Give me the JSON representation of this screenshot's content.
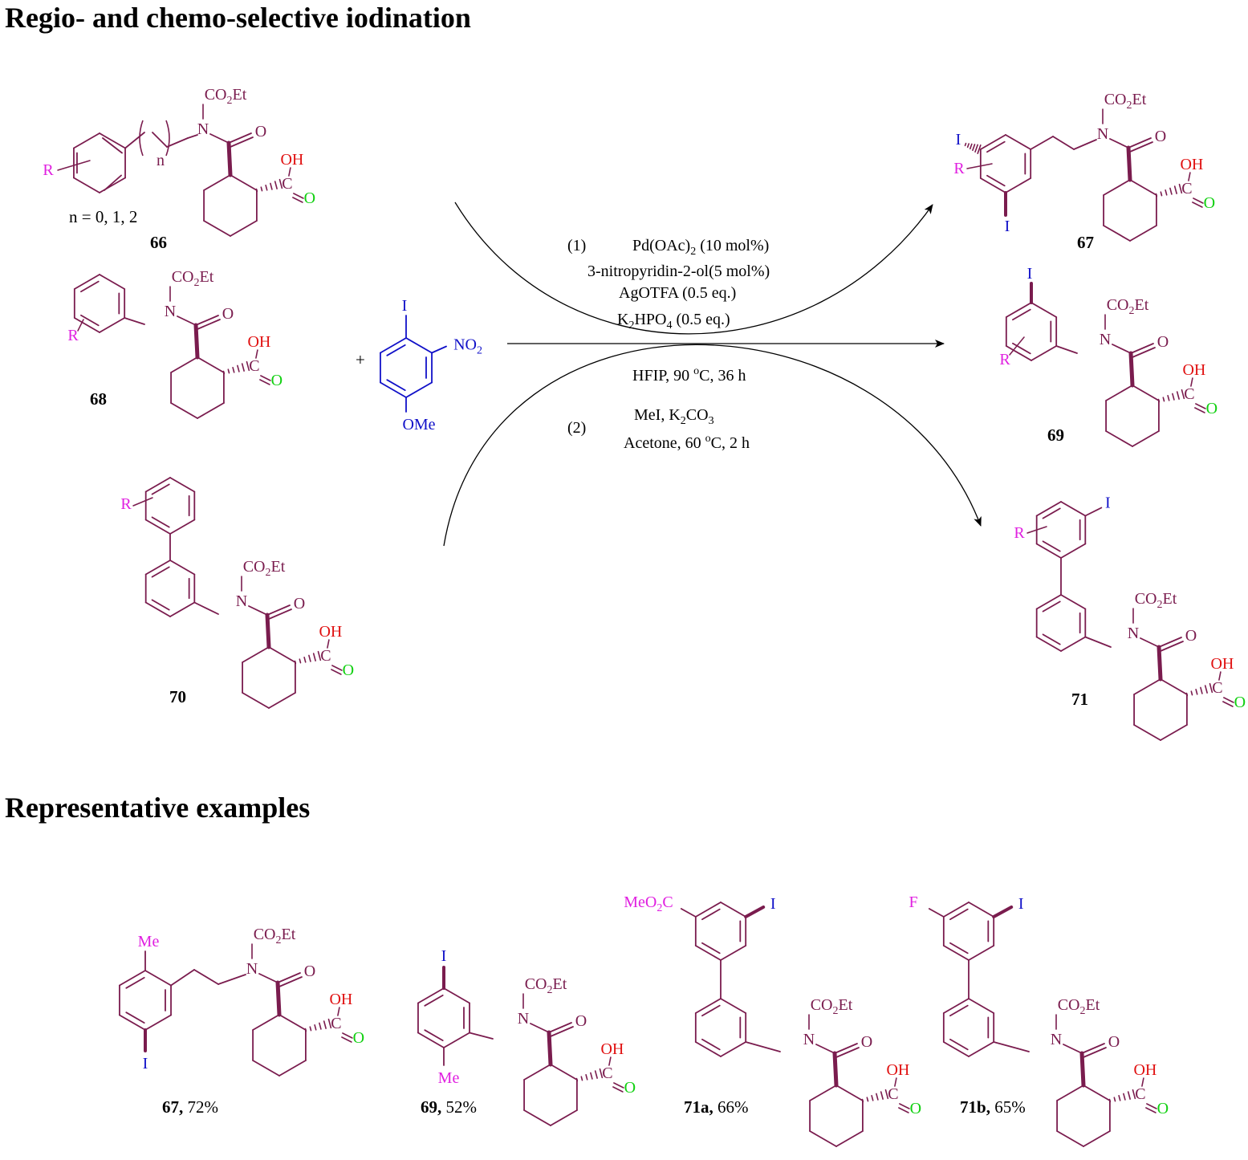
{
  "headings": {
    "top": "Regio- and chemo-selective iodination",
    "bottom": "Representative examples"
  },
  "colors": {
    "skeleton": "#7a1c4e",
    "iodine": "#1010c8",
    "substituent": "#e020e0",
    "hydroxyl": "#e01010",
    "carbonyl_oxygen": "#10d010",
    "reagent": "#1010c8",
    "text": "#000000"
  },
  "compounds": {
    "c66": {
      "label": "66",
      "note": "n = 0, 1, 2"
    },
    "c68": {
      "label": "68"
    },
    "c70": {
      "label": "70"
    },
    "c67": {
      "label": "67"
    },
    "c69": {
      "label": "69"
    },
    "c71": {
      "label": "71"
    },
    "reagent": {
      "plus": "+"
    }
  },
  "atoms": {
    "R": "R",
    "I": "I",
    "N": "N",
    "O": "O",
    "OH": "OH",
    "C": "C",
    "n": "n",
    "Me": "Me",
    "F": "F",
    "OMe": "OMe",
    "co2et_pre": "CO",
    "co2et_sub": "2",
    "co2et_post": "Et",
    "no2_pre": "NO",
    "no2_sub": "2",
    "meo2c_pre": "MeO",
    "meo2c_sub": "2",
    "meo2c_post": "C"
  },
  "conditions": {
    "step1": "(1)",
    "pd_pre": "Pd(OAc)",
    "pd_sub": "2",
    "pd_post": " (10 mol%)",
    "ligand": "3-nitropyridin-2-ol(5 mol%)",
    "silver": "AgOTFA (0.5 eq.)",
    "base_pre": "K",
    "base_sub1": "2",
    "base_mid": "HPO",
    "base_sub2": "4",
    "base_post": " (0.5 eq.)",
    "solvent_pre": "HFIP, 90 ",
    "solvent_sup": "o",
    "solvent_post": "C, 36 h",
    "step2": "(2)",
    "mei_pre": "MeI, K",
    "mei_sub1": "2",
    "mei_mid": "CO",
    "mei_sub2": "3",
    "acetone_pre": "Acetone, 60 ",
    "acetone_sup": "o",
    "acetone_post": "C, 2 h"
  },
  "examples": [
    {
      "id": "67",
      "yield": " 72%"
    },
    {
      "id": "69",
      "yield": " 52%"
    },
    {
      "id": "71a",
      "yield": " 66%"
    },
    {
      "id": "71b",
      "yield": " 65%"
    }
  ]
}
